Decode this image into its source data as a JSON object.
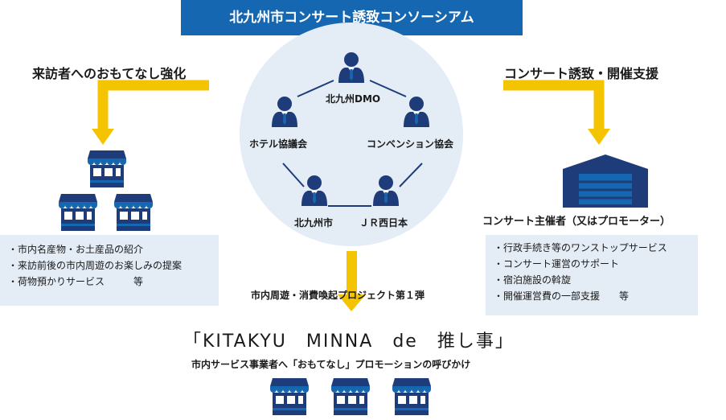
{
  "title": "北九州市コンサート誘致コンソーシアム",
  "left_heading": "来訪者へのおもてなし強化",
  "right_heading": "コンサート誘致・開催支援",
  "nodes": {
    "dmo": "北九州DMO",
    "hotel": "ホテル協議会",
    "convention": "コンベンション協会",
    "city": "北九州市",
    "jr": "ＪＲ西日本"
  },
  "left_box": {
    "items": [
      "市内名産物・お土産品の紹介",
      "来訪前後の市内周遊のお楽しみの提案",
      "荷物預かりサービス　　　等"
    ]
  },
  "right_box": {
    "organizer_label": "コンサート主催者（又はプロモーター）",
    "items": [
      "行政手続き等のワンストップサービス",
      "コンサート運営のサポート",
      "宿泊施設の斡旋",
      "開催運営費の一部支援　　等"
    ]
  },
  "bottom": {
    "caption": "市内周遊・消費喚起プロジェクト第１弾",
    "project_title": "「KITAKYU　MINNA　de　推し事」",
    "subtitle": "市内サービス事業者へ「おもてなし」プロモーションの呼びかけ"
  },
  "colors": {
    "primary_blue": "#1667b2",
    "navy": "#1f3c7a",
    "arrow_yellow": "#f5c400",
    "light_bg": "#e4ecf6"
  }
}
